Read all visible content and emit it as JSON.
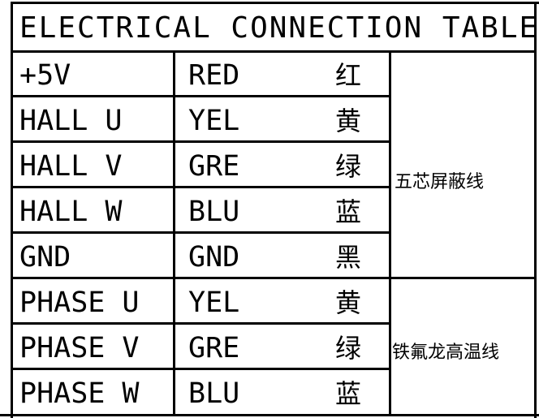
{
  "table": {
    "title": "ELECTRICAL CONNECTION TABLE",
    "rows": [
      {
        "signal": "+5V",
        "color_code": "RED",
        "color_cn": "红"
      },
      {
        "signal": "HALL U",
        "color_code": "YEL",
        "color_cn": "黄"
      },
      {
        "signal": "HALL V",
        "color_code": "GRE",
        "color_cn": "绿"
      },
      {
        "signal": "HALL W",
        "color_code": "BLU",
        "color_cn": "蓝"
      },
      {
        "signal": "GND",
        "color_code": "GND",
        "color_cn": "黑"
      },
      {
        "signal": "PHASE U",
        "color_code": "YEL",
        "color_cn": "黄"
      },
      {
        "signal": "PHASE V",
        "color_code": "GRE",
        "color_cn": "绿"
      },
      {
        "signal": "PHASE W",
        "color_code": "BLU",
        "color_cn": "蓝"
      }
    ],
    "groups": [
      {
        "label": "五芯屏蔽线"
      },
      {
        "label": "铁氟龙高温线"
      }
    ]
  }
}
